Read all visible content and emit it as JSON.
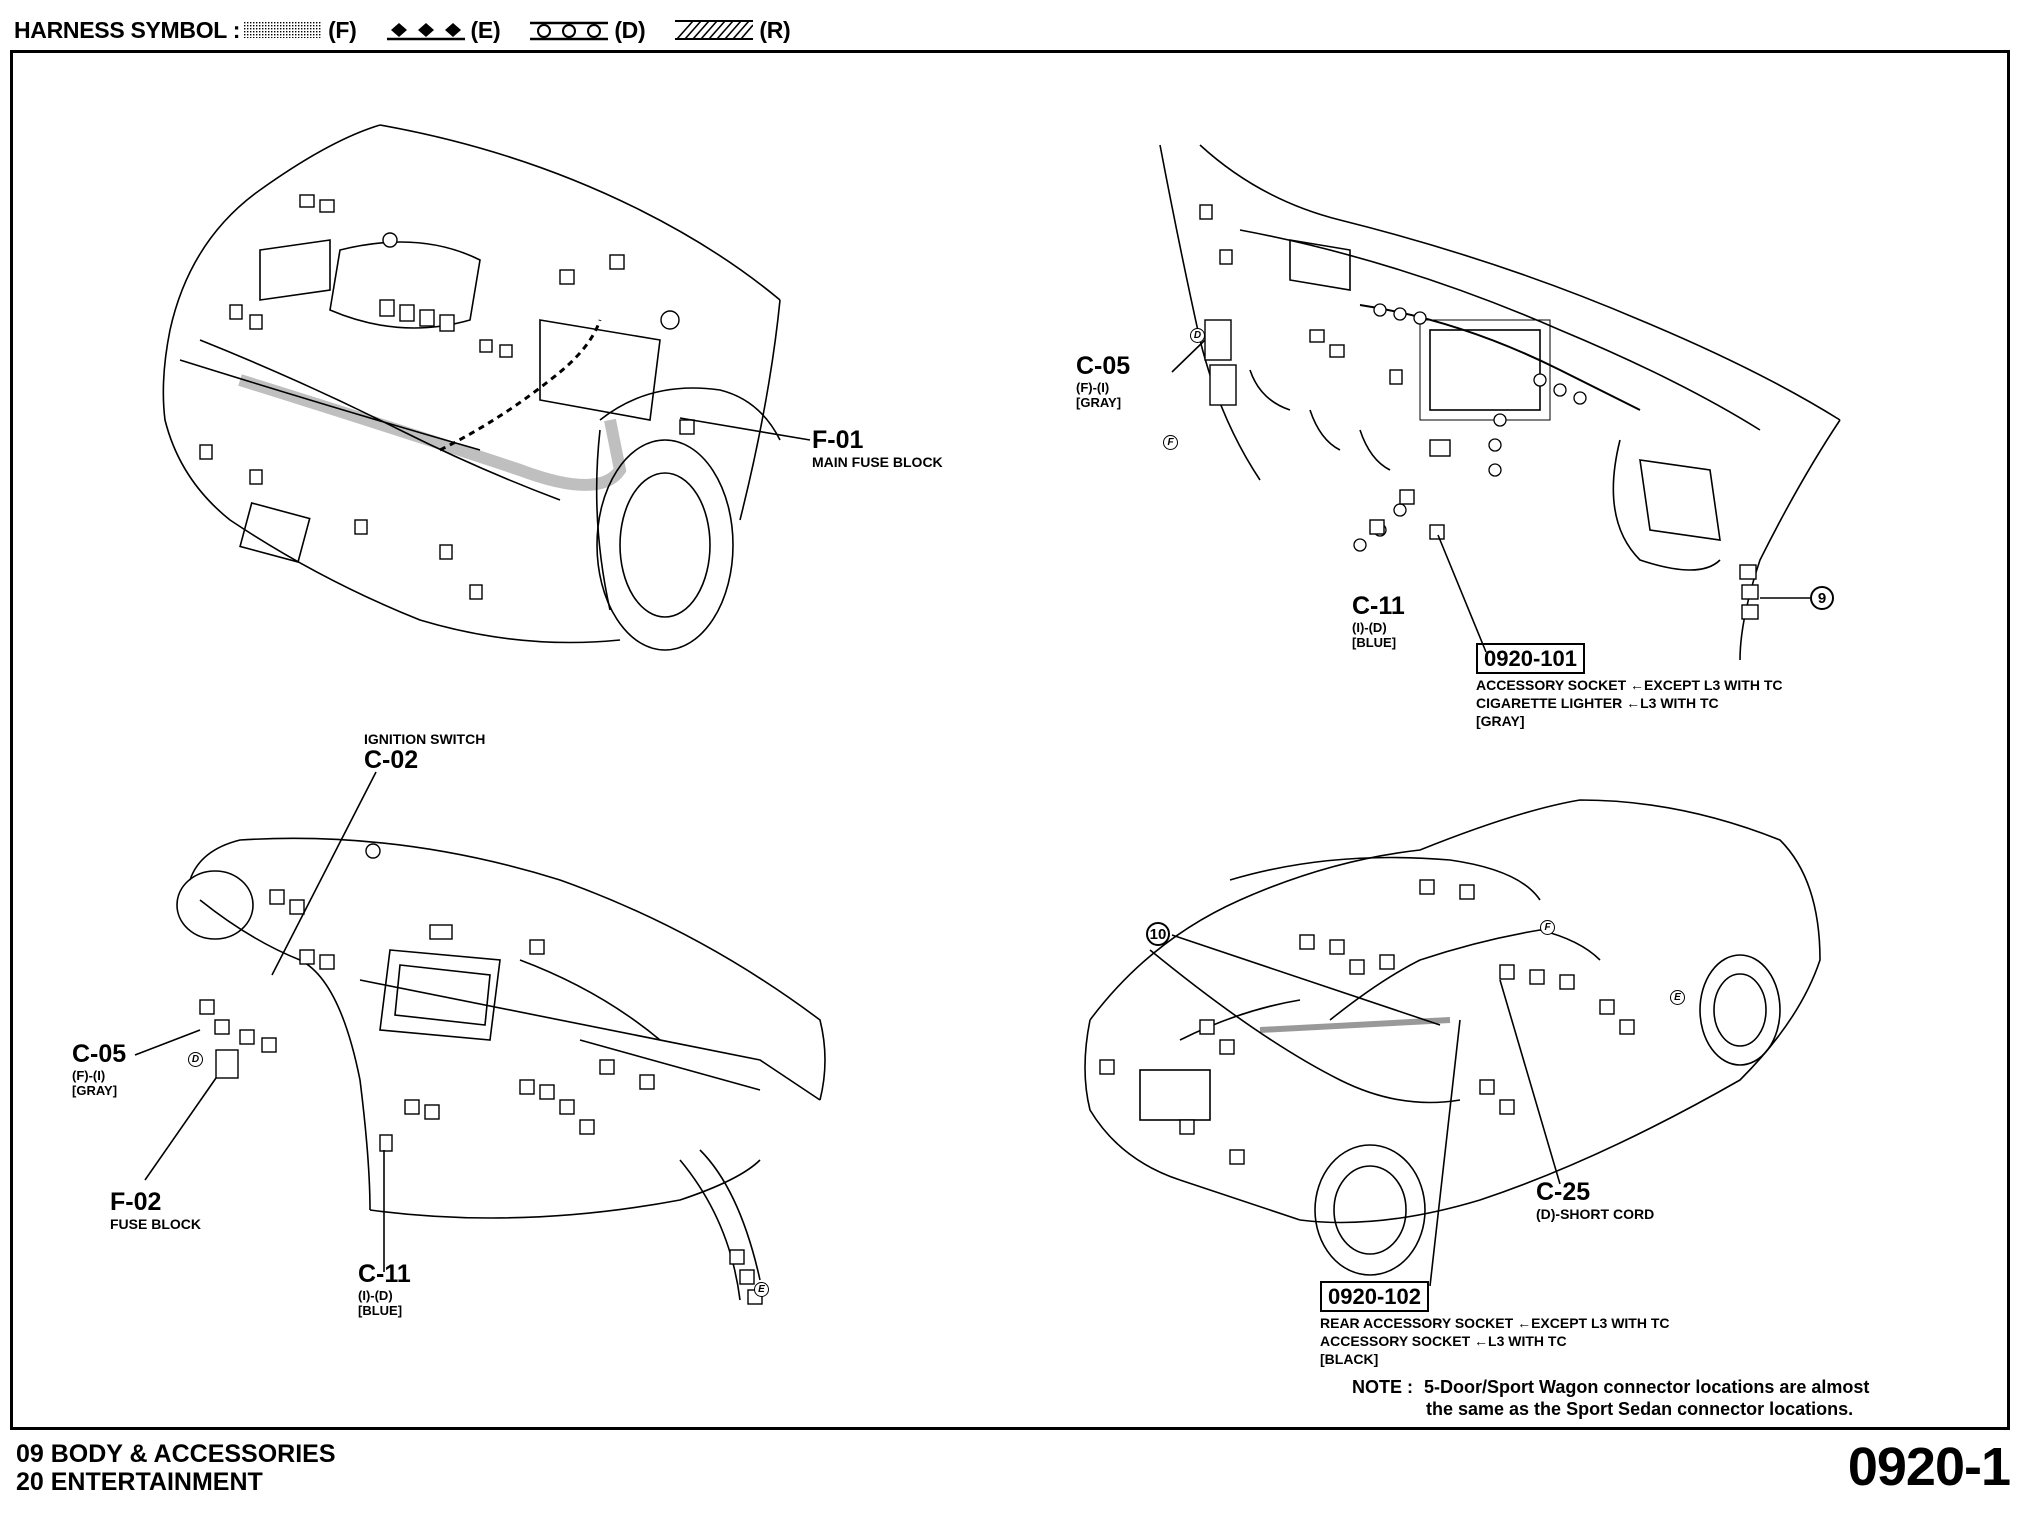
{
  "header": {
    "title": "HARNESS SYMBOL :",
    "symbols": [
      {
        "code": "(F)",
        "icon": "dotted-band-icon"
      },
      {
        "code": "(E)",
        "icon": "diamond-band-icon"
      },
      {
        "code": "(D)",
        "icon": "circle-band-icon"
      },
      {
        "code": "(R)",
        "icon": "hatched-band-icon"
      }
    ]
  },
  "callouts": {
    "f01": {
      "code": "F-01",
      "name": "MAIN FUSE BLOCK"
    },
    "c05_top": {
      "code": "C-05",
      "spec": "(F)-(I)",
      "color": "[GRAY]"
    },
    "c11_top": {
      "code": "C-11",
      "spec": "(I)-(D)",
      "color": "[BLUE]"
    },
    "ref_101": {
      "code": "0920-101",
      "lines": [
        "ACCESSORY SOCKET ←EXCEPT L3 WITH TC",
        "CIGARETTE LIGHTER ←L3 WITH TC"
      ],
      "color": "[GRAY]"
    },
    "circle_9": "9",
    "c02": {
      "name": "IGNITION SWITCH",
      "code": "C-02"
    },
    "c05_bottom": {
      "code": "C-05",
      "spec": "(F)-(I)",
      "color": "[GRAY]"
    },
    "f02": {
      "code": "F-02",
      "name": "FUSE BLOCK"
    },
    "c11_bottom": {
      "code": "C-11",
      "spec": "(I)-(D)",
      "color": "[BLUE]"
    },
    "circle_10": "10",
    "c25": {
      "code": "C-25",
      "spec": "(D)-SHORT CORD"
    },
    "ref_102": {
      "code": "0920-102",
      "lines": [
        "REAR ACCESSORY SOCKET ←EXCEPT L3 WITH TC",
        "ACCESSORY SOCKET ←L3 WITH TC"
      ],
      "color": "[BLACK]"
    }
  },
  "note": {
    "prefix": "NOTE :",
    "line1": "5-Door/Sport Wagon connector locations are almost",
    "line2": "the same as the Sport Sedan connector locations."
  },
  "footer": {
    "section1": "09  BODY & ACCESSORIES",
    "section2": "20  ENTERTAINMENT",
    "page": "0920-1"
  }
}
